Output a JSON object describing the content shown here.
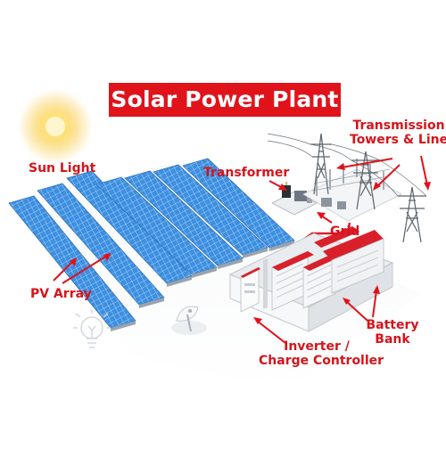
{
  "title": "Solar Power Plant",
  "labels": {
    "sun": "Sun Light",
    "transformer": "Transformer",
    "towers_line1": "Transmission",
    "towers_line2": "Towers & Lines",
    "grid": "Grid",
    "pv_array": "PV Array",
    "battery_line1": "Battery",
    "battery_line2": "Bank",
    "inverter_line1": "Inverter /",
    "inverter_line2": "Charge Controller"
  },
  "colors": {
    "accent": "#e0131b",
    "panel_blue": "#3d8fe0",
    "battery_red": "#d9202a",
    "sun_yellow": "#f7c83a"
  },
  "icons": [
    "sun-icon",
    "light-bulb-icon",
    "satellite-dish-icon",
    "transmission-tower-icon"
  ]
}
